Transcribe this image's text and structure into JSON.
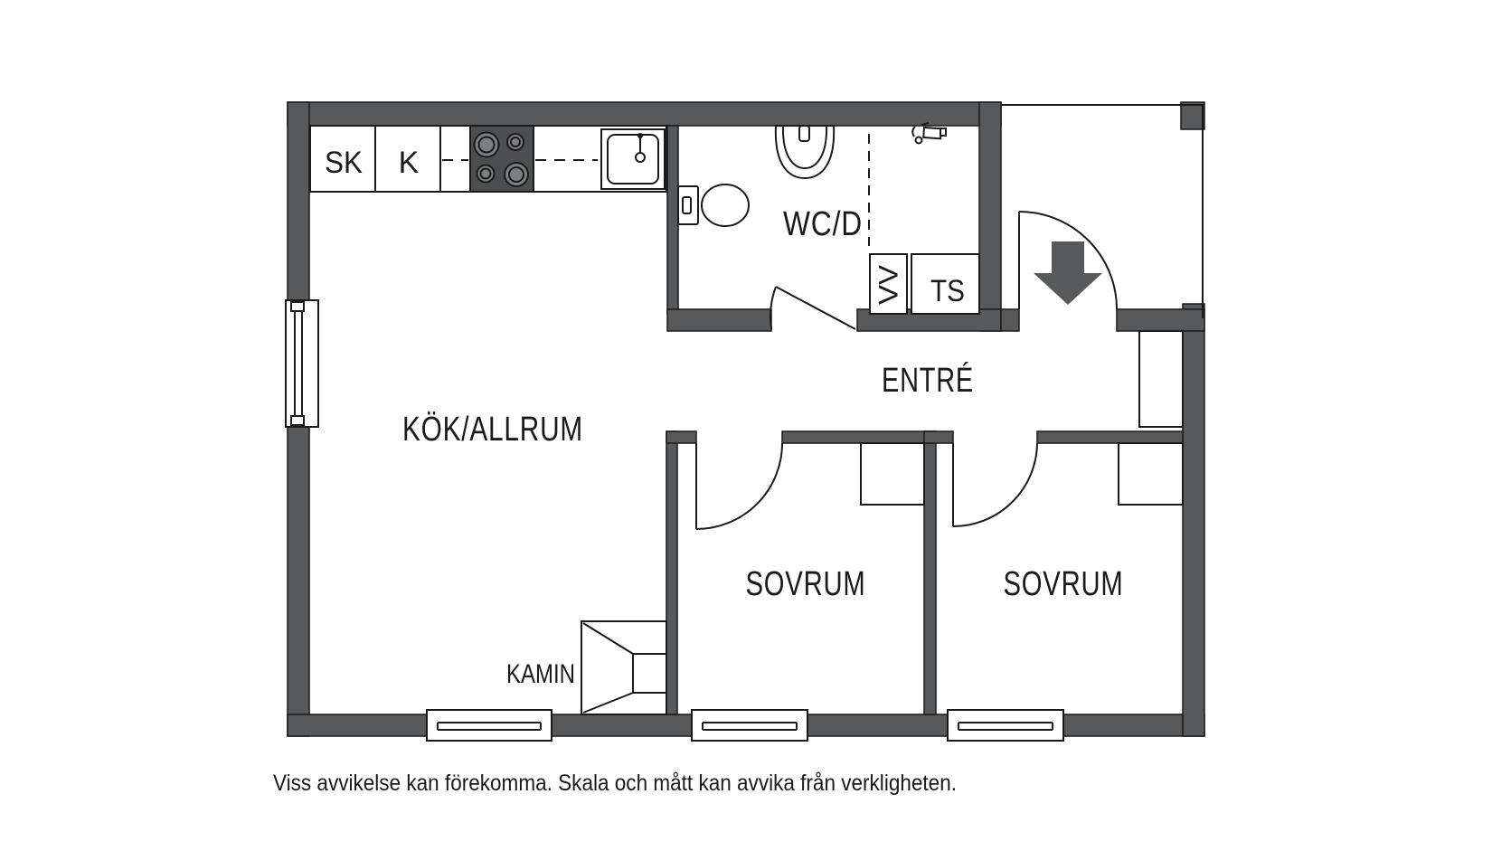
{
  "plan": {
    "labels": {
      "sk": "SK",
      "k": "K",
      "wcd": "WC/D",
      "vv": "VV",
      "ts": "TS",
      "entre": "ENTRÉ",
      "kitchen": "KÖK/ALLRUM",
      "bedroom1": "SOVRUM",
      "bedroom2": "SOVRUM",
      "fireplace": "KAMIN"
    },
    "icons": [
      "stove-icon",
      "sink-icon",
      "washbasin-icon",
      "toilet-icon",
      "shower-mixer-icon",
      "entrance-arrow-icon",
      "fireplace-icon",
      "window-icon",
      "door-swing-icon",
      "closet-icon"
    ],
    "colors": {
      "wall": "#58595b",
      "stove": "#4d4e50",
      "burner": "#7e7f81",
      "line": "#1a1a1a",
      "background": "#ffffff"
    }
  },
  "footer": {
    "disclaimer": "Viss avvikelse kan förekomma. Skala och mått kan avvika från verkligheten."
  }
}
